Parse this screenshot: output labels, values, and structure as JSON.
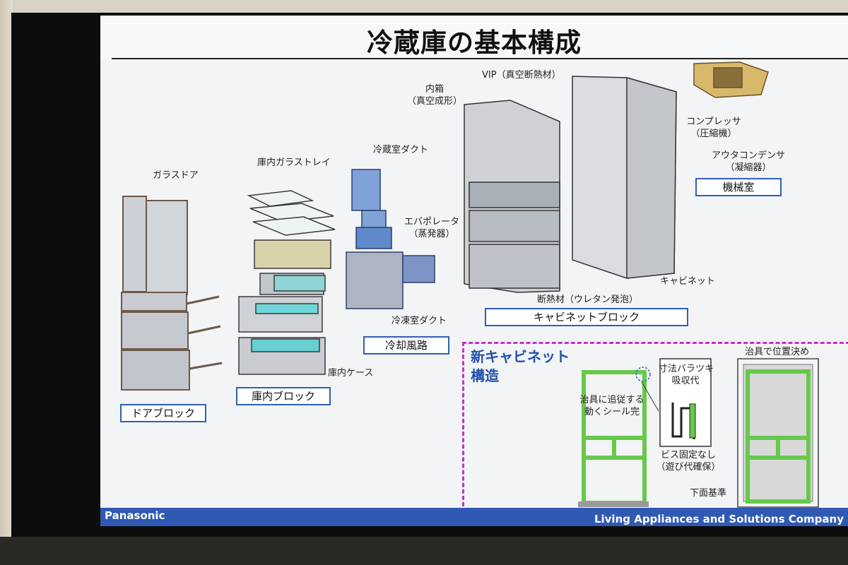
{
  "slide": {
    "title": "冷蔵庫の基本構成",
    "brand": "Panasonic",
    "company": "Living Appliances and Solutions Company"
  },
  "labels": {
    "glass_door": "ガラスドア",
    "glass_tray": "庫内ガラストレイ",
    "fridge_duct": "冷蔵室ダクト",
    "evaporator": "エバポレータ",
    "evaporator_sub": "（蒸発器）",
    "freezer_duct": "冷凍室ダクト",
    "inner_case": "庫内ケース",
    "inner_box": "内箱",
    "inner_box_sub": "（真空成形）",
    "vip": "VIP（真空断熱材）",
    "compressor": "コンプレッサ",
    "compressor_sub": "（圧縮機）",
    "condenser": "アウタコンデンサ",
    "condenser_sub": "（凝縮器）",
    "insulation": "断熱材（ウレタン発泡）",
    "cabinet": "キャビネット"
  },
  "blocks": {
    "door": "ドアブロック",
    "inner": "庫内ブロック",
    "cooling": "冷却風路",
    "cabinet": "キャビネットブロック",
    "machine": "機械室"
  },
  "new_cabinet": {
    "title_line1": "新キャビネット",
    "title_line2": "構造",
    "seal_line1": "治具に追従する",
    "seal_line2": "動くシール完",
    "tolerance_line1": "寸法バラツキ",
    "tolerance_line2": "吸収代",
    "screw_line1": "ビス固定なし",
    "screw_line2": "（遊び代確保）",
    "jig": "治具で位置決め",
    "bottom_ref": "下面基準"
  },
  "colors": {
    "accent_blue": "#2f5fb8",
    "footer_blue": "#2f59b3",
    "new_cabinet_dash": "#c032c8",
    "frame_green": "#66c94a",
    "title_blue": "#1f4fae"
  }
}
